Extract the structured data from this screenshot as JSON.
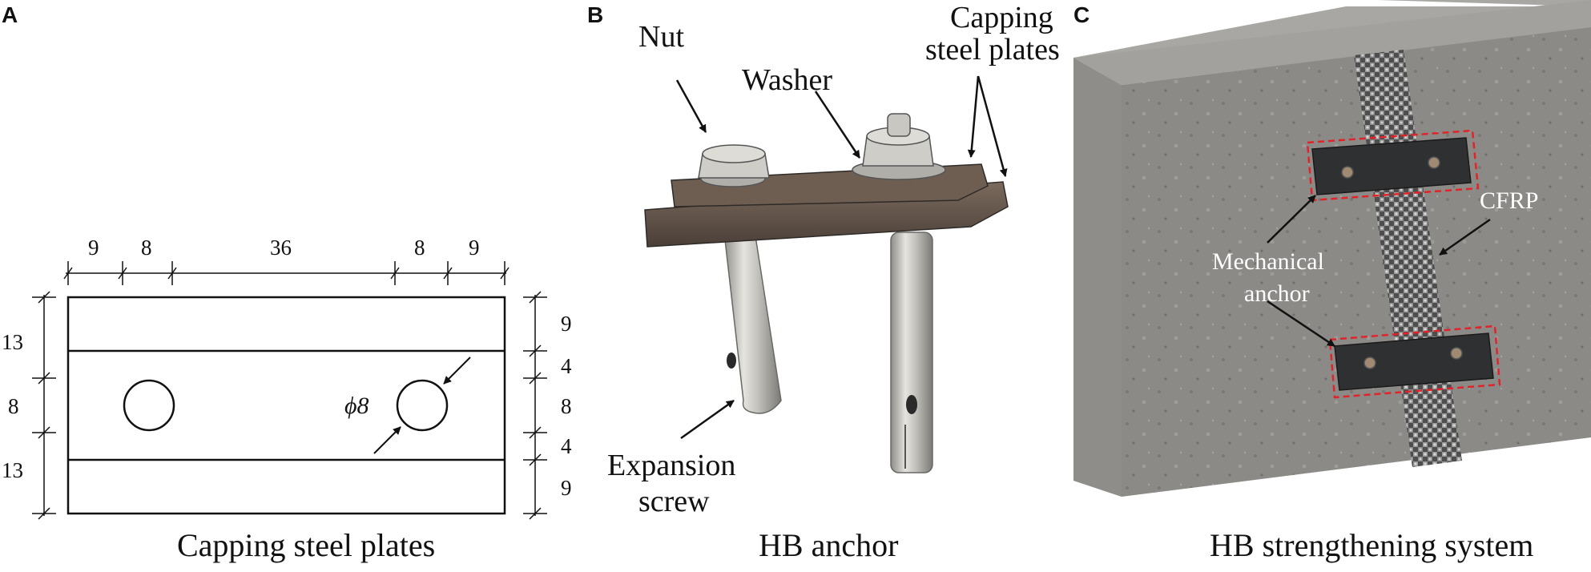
{
  "panels": {
    "a": {
      "letter": "A",
      "caption": "Capping steel plates",
      "top_dims": [
        "9",
        "8",
        "36",
        "8",
        "9"
      ],
      "left_dims": [
        "13",
        "8",
        "13"
      ],
      "right_dims": [
        "9",
        "4",
        "8",
        "4",
        "9"
      ],
      "hole_label": "ϕ8"
    },
    "b": {
      "letter": "B",
      "caption": "HB anchor",
      "labels": {
        "nut": "Nut",
        "washer": "Washer",
        "capping_line1": "Capping",
        "capping_line2": "steel plates",
        "expansion_line1": "Expansion",
        "expansion_line2": "screw"
      }
    },
    "c": {
      "letter": "C",
      "caption": "HB strengthening system",
      "labels": {
        "cfrp": "CFRP",
        "mech_line1": "Mechanical",
        "mech_line2": "anchor"
      }
    }
  },
  "colors": {
    "line": "#111111",
    "concrete": "#8a8885",
    "cfrp": "#5a5a5a",
    "plate": "#3a3a3a",
    "dash_box": "#e0242a",
    "steel": "#b9b7b2",
    "rust": "#6b5648"
  }
}
